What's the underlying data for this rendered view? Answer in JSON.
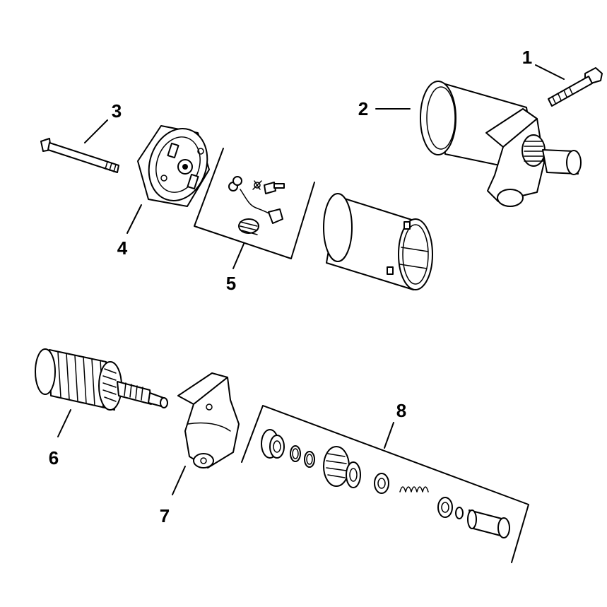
{
  "callouts": {
    "c1": "1",
    "c2": "2",
    "c3": "3",
    "c4": "4",
    "c5": "5",
    "c6": "6",
    "c7": "7",
    "c8": "8"
  },
  "colors": {
    "ink": "#000000",
    "paper": "#ffffff"
  },
  "parts": [
    "bolt-icon",
    "starter-motor-assembly-icon",
    "through-bolt-icon",
    "end-cap-icon",
    "brush-kit-icon",
    "field-housing-icon",
    "armature-icon",
    "drive-end-cap-icon",
    "drive-kit-icon"
  ]
}
